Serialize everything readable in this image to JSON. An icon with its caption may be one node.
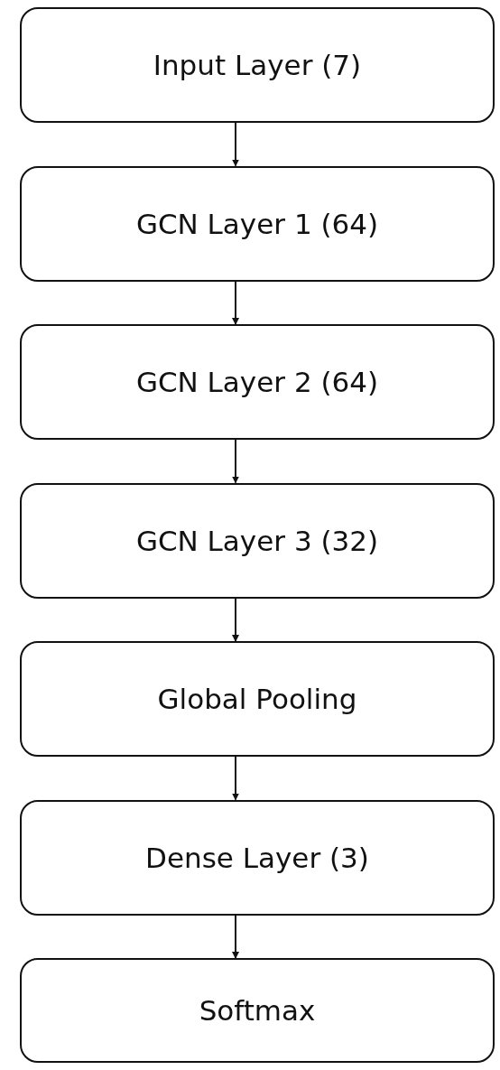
{
  "diagram": {
    "nodes": [
      {
        "text": [
          "Input Layer (7)"
        ]
      },
      {
        "text": [
          "GCN Layer 1 (64)"
        ]
      },
      {
        "text": [
          "GCN Layer 2 (64)"
        ]
      },
      {
        "text": [
          "GCN Layer 3 (32)"
        ]
      },
      {
        "text": [
          "Global Pooling"
        ]
      },
      {
        "text": [
          "Dense Layer (3)"
        ]
      },
      {
        "text": [
          "Softmax"
        ]
      }
    ],
    "edges": [
      {
        "from": 0,
        "to": 1,
        "arrow": "to"
      },
      {
        "from": 1,
        "to": 2,
        "arrow": "to"
      },
      {
        "from": 2,
        "to": 3,
        "arrow": "to"
      },
      {
        "from": 3,
        "to": 4,
        "arrow": "to"
      },
      {
        "from": 4,
        "to": 5,
        "arrow": "to"
      },
      {
        "from": 5,
        "to": 6,
        "arrow": "to"
      }
    ]
  }
}
